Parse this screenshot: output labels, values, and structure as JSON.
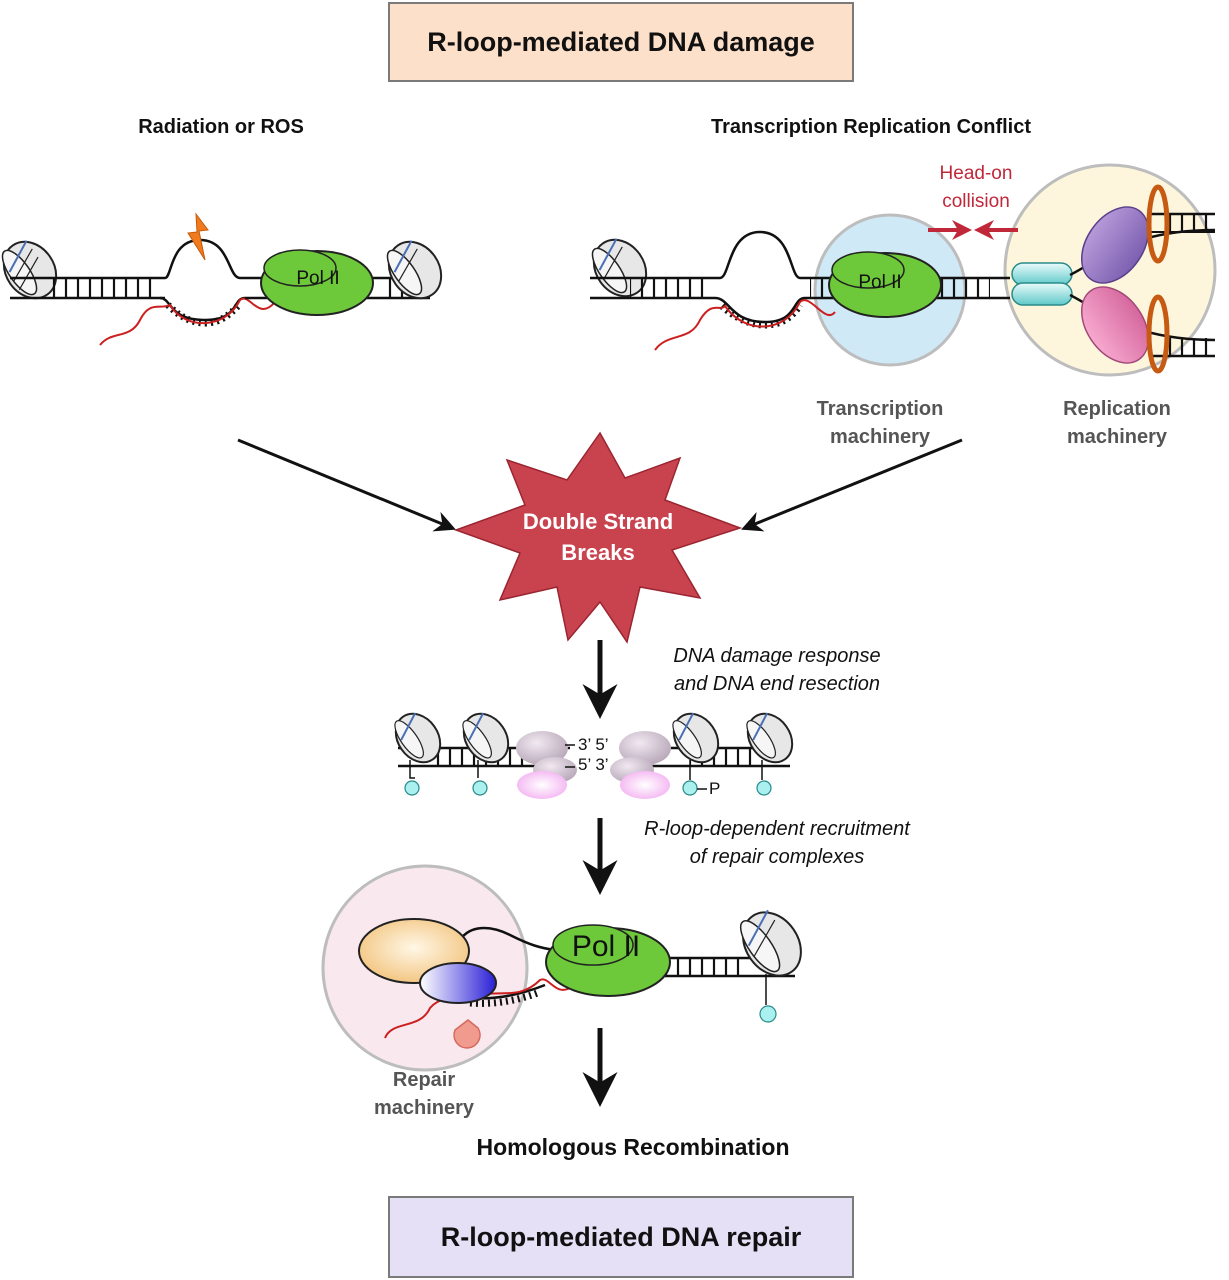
{
  "title_top": "R-loop-mediated DNA damage",
  "title_bottom": "R-loop-mediated DNA repair",
  "left_panel": {
    "heading": "Radiation or ROS",
    "polymerase": "Pol II"
  },
  "right_panel": {
    "heading": "Transcription Replication Conflict",
    "collision_line1": "Head-on",
    "collision_line2": "collision",
    "polymerase": "Pol II",
    "transcription_label_1": "Transcription",
    "transcription_label_2": "machinery",
    "replication_label_1": "Replication",
    "replication_label_2": "machinery"
  },
  "dsb": {
    "line1": "Double Strand",
    "line2": "Breaks"
  },
  "step1": {
    "line1": "DNA damage response",
    "line2": "and DNA end resection"
  },
  "resection": {
    "top_ends": "3’ 5’",
    "bottom_ends": "5’ 3’",
    "phospho": "P"
  },
  "step2": {
    "line1": "R-loop-dependent recruitment",
    "line2": "of repair complexes"
  },
  "repair_panel": {
    "polymerase": "Pol II",
    "repair_label_1": "Repair",
    "repair_label_2": "machinery"
  },
  "outcome": "Homologous Recombination",
  "colors": {
    "top_box_fill": "#fde0c9",
    "bottom_box_fill": "#e6e0f6",
    "pol2_green": "#6dc93a",
    "dsb_red": "#c9434f",
    "rna_red": "#cc1f1f",
    "collision_red": "#c0283a",
    "transcription_circle": "#cfe9f6",
    "replication_circle": "#fdf6dc",
    "repair_circle": "#f9e9ef",
    "lightning_orange": "#f07a1e"
  }
}
